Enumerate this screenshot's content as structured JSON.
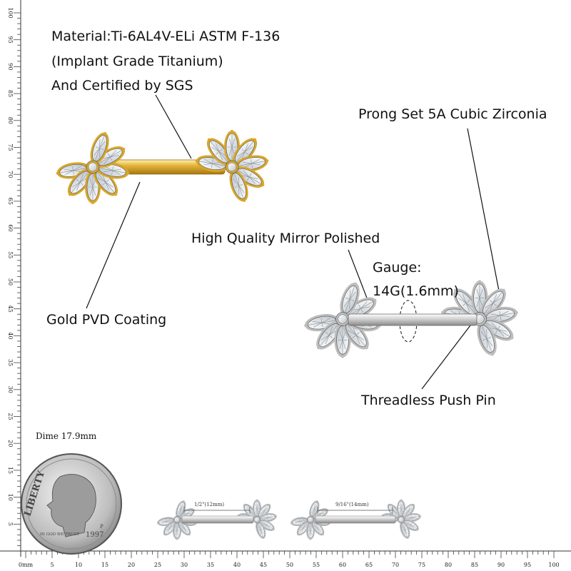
{
  "annotations": {
    "material_line1": "Material:Ti-6AL4V-ELi ASTM F-136",
    "material_line2": "(Implant Grade Titanium)",
    "material_line3": "And Certified by SGS",
    "prong": "Prong Set 5A Cubic Zirconia",
    "mirror": "High Quality Mirror Polished",
    "gauge_label": "Gauge:",
    "gauge_value": "14G(1.6mm)",
    "gold": "Gold PVD Coating",
    "threadless": "Threadless Push Pin"
  },
  "dime": {
    "label": "Dime 17.9mm",
    "liberty": "LIBERTY",
    "motto": "IN GOD WE TRUST",
    "year": "1997",
    "mint": "P"
  },
  "size_options": [
    {
      "label": "1/2\"(12mm)"
    },
    {
      "label": "9/16\"(14mm)"
    }
  ],
  "rulers": {
    "left_labels": [
      "100",
      "95",
      "90",
      "85",
      "80",
      "75",
      "70",
      "65",
      "60",
      "55",
      "50",
      "45",
      "40",
      "35",
      "30",
      "25",
      "20",
      "15",
      "10",
      "5"
    ],
    "bottom_labels": [
      "0mm",
      "5",
      "10",
      "15",
      "20",
      "25",
      "30",
      "35",
      "40",
      "45",
      "50",
      "55",
      "60",
      "65",
      "70",
      "75",
      "80",
      "85",
      "90",
      "95",
      "100"
    ]
  },
  "colors": {
    "gold": "#d8a72b",
    "silver": "#c9c9c9",
    "stone": "#e9eef2"
  }
}
